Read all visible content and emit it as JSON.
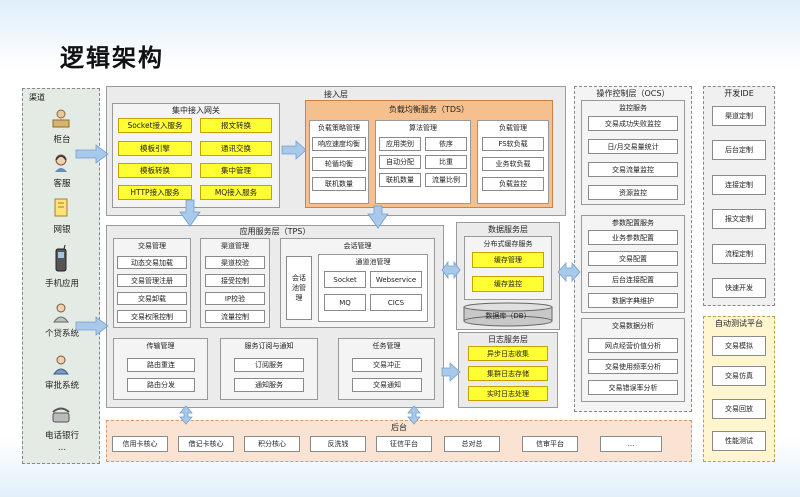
{
  "title": "逻辑架构",
  "channels": {
    "title": "渠道",
    "items": [
      "柜台",
      "客服",
      "网银",
      "手机应用",
      "个贷系统",
      "审批系统",
      "电话银行"
    ],
    "more": "..."
  },
  "access": {
    "title": "接入层",
    "gateway": {
      "title": "集中接入网关",
      "items": [
        "Socket接入服务",
        "报文转换",
        "模板引擎",
        "通讯交换",
        "模板转换",
        "集中管理",
        "HTTP接入服务",
        "MQ接入服务"
      ]
    },
    "tds": {
      "title": "负载均衡服务（TDS）",
      "strategy": {
        "title": "负载策略管理",
        "items": [
          "响应速度均衡",
          "轮循均衡",
          "联机数量"
        ]
      },
      "algorithm": {
        "title": "算法管理",
        "items": [
          "应用类别",
          "依序",
          "自动分配",
          "比重",
          "联机数量",
          "流量比例"
        ]
      },
      "load": {
        "title": "负载管理",
        "items": [
          "FS软负载",
          "业务软负载",
          "负载监控"
        ]
      }
    }
  },
  "tps": {
    "title": "应用服务层（TPS）",
    "txn": {
      "title": "交易管理",
      "items": [
        "动态交易加载",
        "交易管理注册",
        "交易卸载",
        "交易权限控制"
      ]
    },
    "channel": {
      "title": "渠道管理",
      "items": [
        "渠道校验",
        "接受控制",
        "IP校验",
        "流量控制"
      ]
    },
    "session": {
      "title": "会话管理",
      "pool_label": "会话池管理",
      "conn": {
        "title": "通道池管理",
        "items": [
          "Socket",
          "Webservice",
          "MQ",
          "CICS"
        ]
      }
    },
    "transport": {
      "title": "传输管理",
      "items": [
        "路由重连",
        "路由分发"
      ]
    },
    "subscribe": {
      "title": "服务订阅与通知",
      "items": [
        "订阅服务",
        "通知服务"
      ]
    },
    "task": {
      "title": "任务管理",
      "items": [
        "交易冲正",
        "交易通知"
      ]
    }
  },
  "data_layer": {
    "title": "数据服务层",
    "cache": {
      "title": "分布式缓存服务",
      "items": [
        "缓存管理",
        "缓存监控"
      ]
    },
    "db": "数据库（DB）"
  },
  "log_layer": {
    "title": "日志服务层",
    "items": [
      "异步日志收集",
      "集群日志存储",
      "实时日志处理"
    ]
  },
  "backend": {
    "title": "后台",
    "items": [
      "信用卡核心",
      "借记卡核心",
      "积分核心",
      "反洗钱",
      "征信平台",
      "总对总",
      "信审平台",
      "..."
    ]
  },
  "ocs": {
    "title": "操作控制层（OCS）",
    "monitor": {
      "title": "监控服务",
      "items": [
        "交易成功失败监控",
        "日/月交易量统计",
        "交易流量监控",
        "资源监控"
      ]
    },
    "param": {
      "title": "参数配置服务",
      "items": [
        "业务参数配置",
        "交易配置",
        "后台连接配置",
        "数据字典维护"
      ]
    },
    "analysis": {
      "title": "交易数据分析",
      "items": [
        "网点经营价值分析",
        "交易使用频率分析",
        "交易错误率分析"
      ]
    }
  },
  "dev_ide": {
    "title": "开发IDE",
    "items": [
      "渠道定制",
      "后台定制",
      "连接定制",
      "报文定制",
      "流程定制",
      "快速开发"
    ]
  },
  "auto_test": {
    "title": "自动测试平台",
    "items": [
      "交易模拟",
      "交易仿真",
      "交易回放",
      "性能测试"
    ]
  },
  "colors": {
    "highlight": "#ffff33",
    "tds_fill": "#f6c08e",
    "backend_fill": "#fbe3d3",
    "arrow": "#a9c9ea"
  }
}
